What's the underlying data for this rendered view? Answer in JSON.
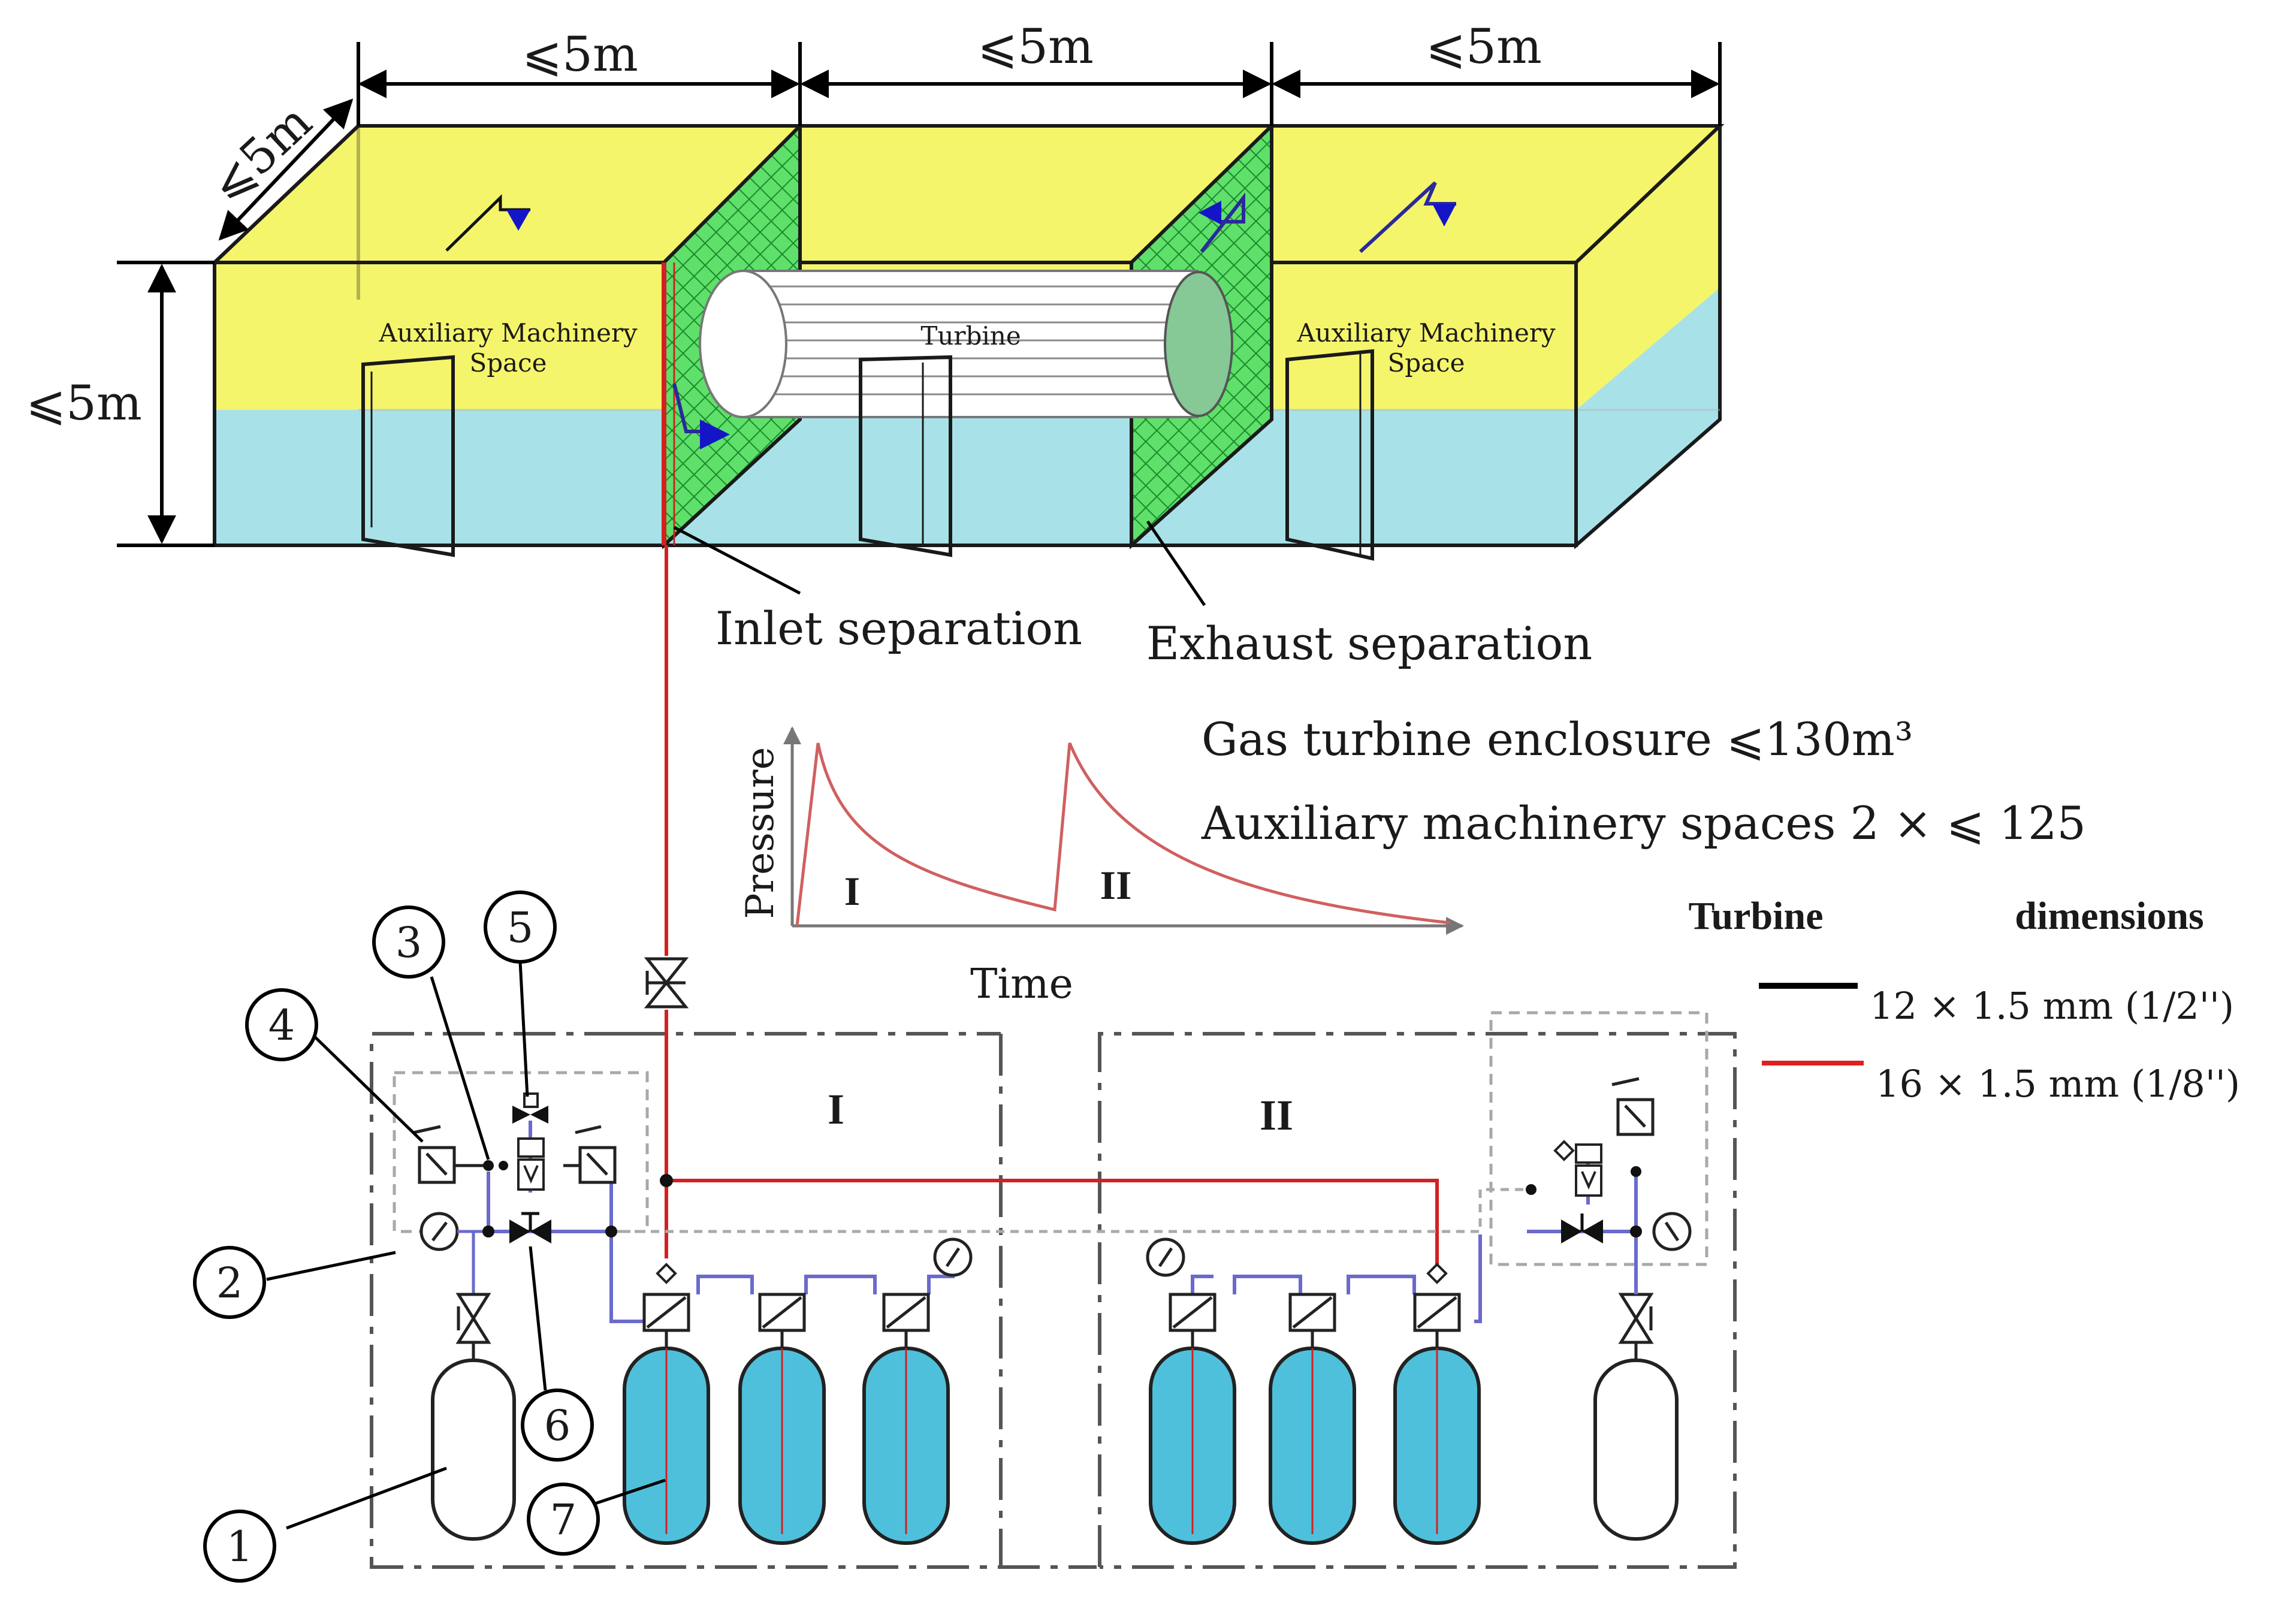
{
  "enclosure": {
    "dimension_label": "⩽5m",
    "aux_space_label_line1": "Auxiliary Machinery",
    "aux_space_label_line2": "Space",
    "turbine_label": "Turbine",
    "inlet_label": "Inlet separation",
    "exhaust_label": "Exhaust separation"
  },
  "volumes": {
    "gas_turbine": "Gas turbine enclosure ⩽130m³",
    "aux_spaces": "Auxiliary machinery spaces 2 × ⩽ 125"
  },
  "pressure_graph": {
    "ylabel": "Pressure",
    "xlabel": "Time",
    "phase1": "I",
    "phase2": "II"
  },
  "legend": {
    "col1": "Turbine",
    "col2": "dimensions",
    "black_line": "12 × 1.5 mm (1/2'')",
    "red_line": "16 × 1.5 mm (1/8'')",
    "black_color": "#000000",
    "red_color": "#e02020"
  },
  "system": {
    "zone1": "I",
    "zone2": "II",
    "callouts": [
      "1",
      "2",
      "3",
      "4",
      "5",
      "6",
      "7"
    ]
  },
  "colors": {
    "upper_wall": "#f5f56c",
    "lower_wall": "#a8e2e8",
    "mesh": "#5ee06a",
    "pipe_red": "#d42020",
    "pipe_blue": "#6a6acd",
    "tank_cyan": "#4fc0dc"
  }
}
